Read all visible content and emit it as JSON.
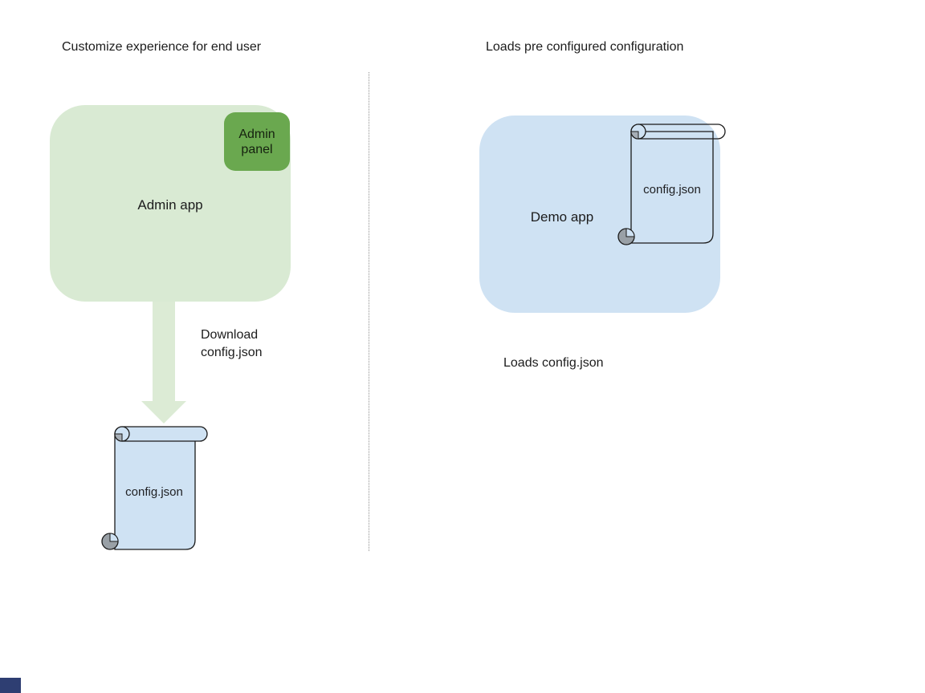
{
  "left": {
    "title": "Customize experience for end user",
    "app_label": "Admin app",
    "panel_label": "Admin panel",
    "download_label": "Download\nconfig.json",
    "file_label": "config.json"
  },
  "right": {
    "title": "Loads pre configured configuration",
    "app_label": "Demo app",
    "file_label": "config.json",
    "caption": "Loads config.json"
  },
  "colors": {
    "app_green": "#d9ead3",
    "panel_green": "#6aa84f",
    "app_blue": "#cfe2f3",
    "scroll_fill": "#cfe2f3",
    "outline": "#1a1a1a",
    "divider_gray": "#909090",
    "curl_gray": "#9aa0a6"
  }
}
